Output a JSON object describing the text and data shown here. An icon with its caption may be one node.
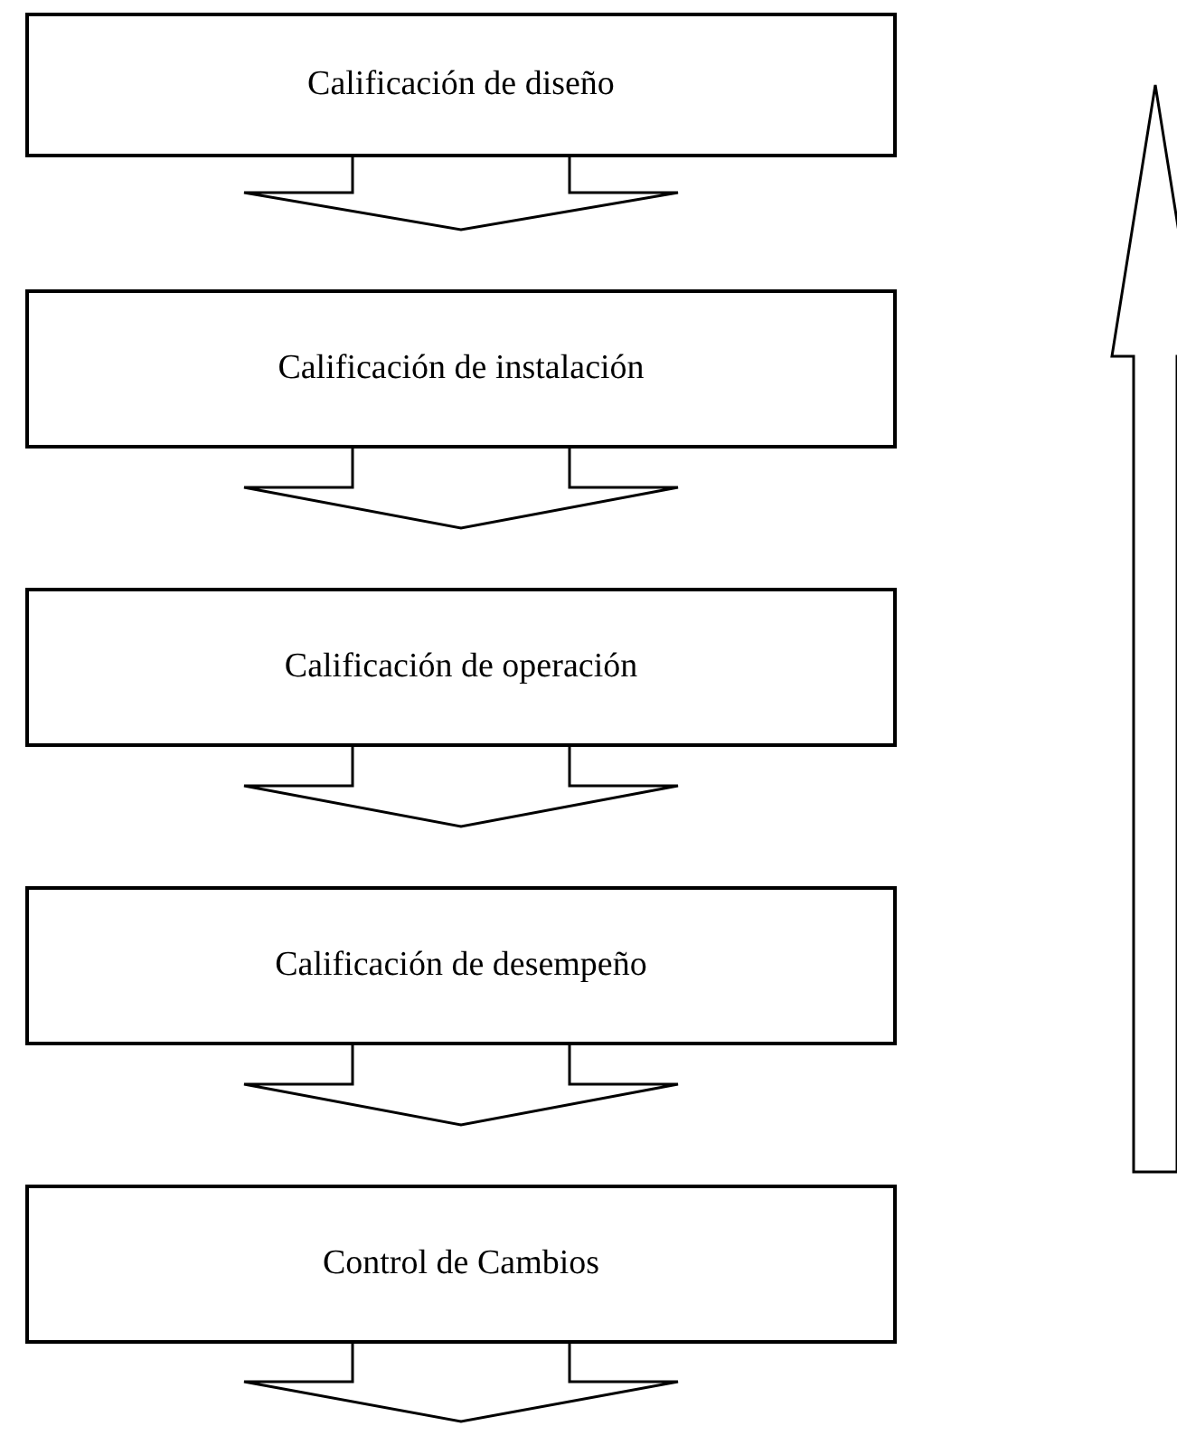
{
  "diagram": {
    "nodes": [
      {
        "text": [
          "Calificación de diseño"
        ]
      },
      {
        "text": [
          "Calificación de instalación"
        ]
      },
      {
        "text": [
          "Calificación de operación"
        ]
      },
      {
        "text": [
          "Calificación de desempeño"
        ]
      },
      {
        "text": [
          "Control de Cambios"
        ]
      }
    ],
    "edges": [
      {
        "from": 0,
        "to": 1,
        "arrow": "to"
      },
      {
        "from": 1,
        "to": 2,
        "arrow": "to"
      },
      {
        "from": 2,
        "to": 3,
        "arrow": "to"
      },
      {
        "from": 3,
        "to": 4,
        "arrow": "to"
      },
      {
        "from": 4,
        "to": null,
        "arrow": "to"
      }
    ]
  }
}
